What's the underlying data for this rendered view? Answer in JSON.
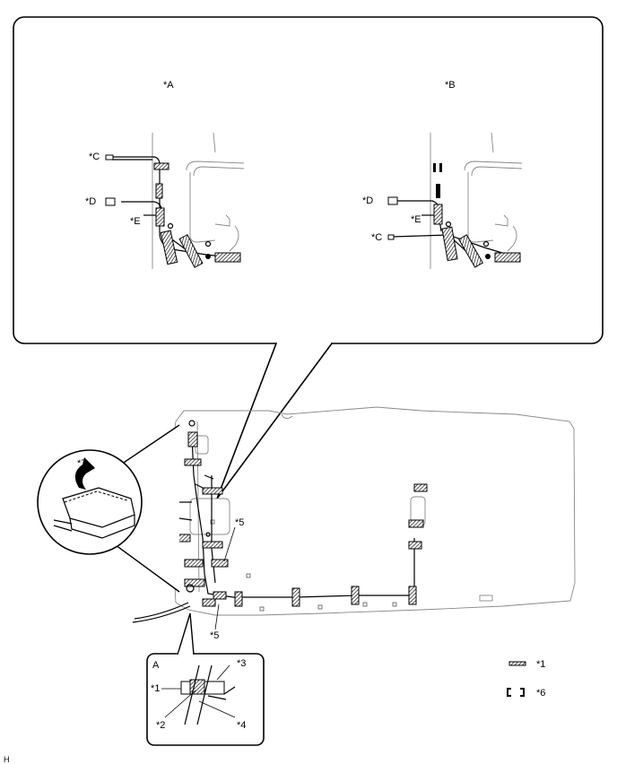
{
  "callout_top": {
    "view_a": {
      "title": "*A",
      "labels": {
        "c": "*C",
        "d": "*D",
        "e": "*E"
      }
    },
    "view_b": {
      "title": "*B",
      "labels": {
        "d": "*D",
        "e": "*E",
        "c": "*C"
      }
    }
  },
  "main_view": {
    "callout_7": "*7",
    "label_5_upper": "*5",
    "label_5_lower": "*5"
  },
  "detail_a": {
    "title": "A",
    "labels": {
      "l1": "*1",
      "l2": "*2",
      "l3": "*3",
      "l4": "*4"
    }
  },
  "legend": [
    {
      "key": "*1",
      "symbol": "tape-icon"
    },
    {
      "key": "*6",
      "symbol": "clamp-bracket-icon"
    }
  ],
  "corner_mark": "H"
}
